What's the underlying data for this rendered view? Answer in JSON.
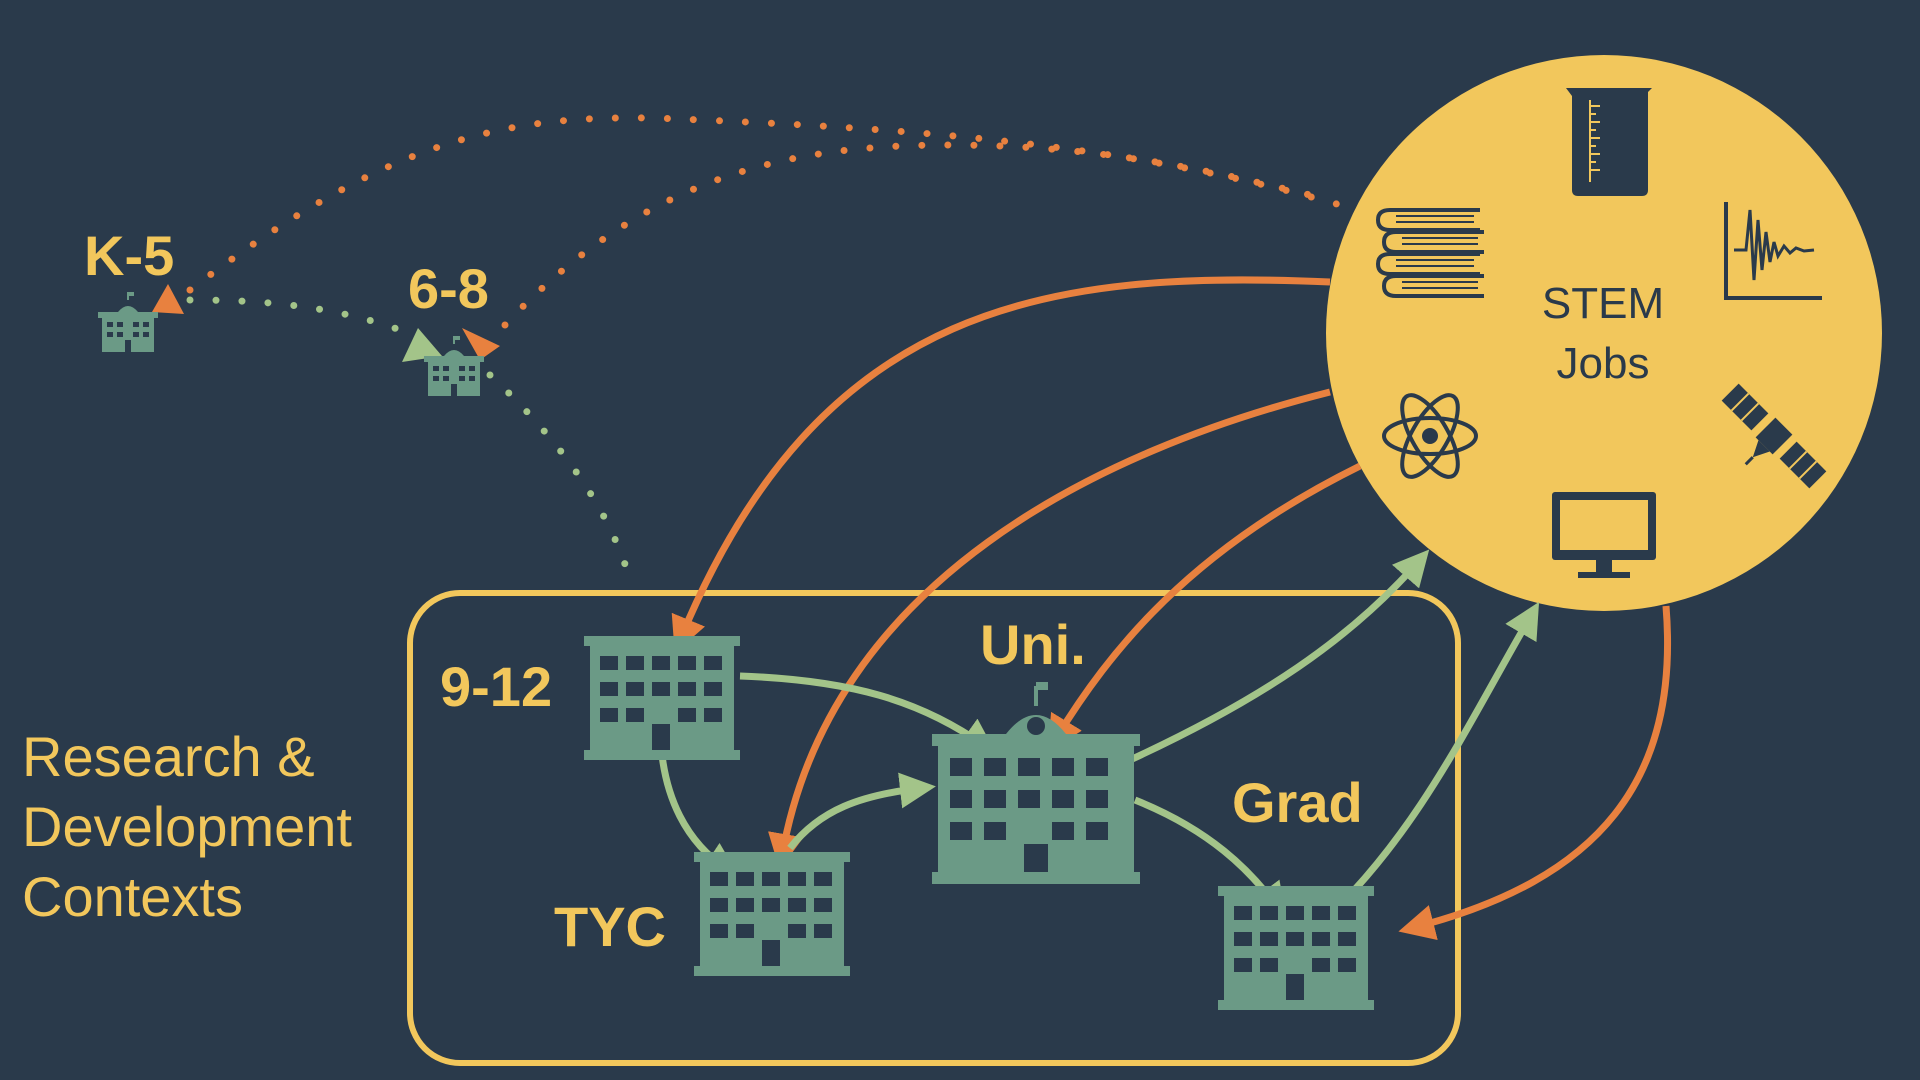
{
  "labels": {
    "k5": "K-5",
    "g68": "6-8",
    "g912": "9-12",
    "tyc": "TYC",
    "uni": "Uni.",
    "grad": "Grad",
    "context_line1": "Research &",
    "context_line2": "Development",
    "context_line3": "Contexts",
    "stem_line1": "STEM",
    "stem_line2": "Jobs"
  },
  "colors": {
    "background": "#2a3a4b",
    "yellow": "#f2c75c",
    "orange": "#e8813f",
    "green": "#a3c489",
    "building": "#6b9a86"
  },
  "icons": [
    "beaker-icon",
    "books-icon",
    "seismograph-icon",
    "atom-icon",
    "satellite-icon",
    "monitor-icon",
    "school-building-icon"
  ]
}
